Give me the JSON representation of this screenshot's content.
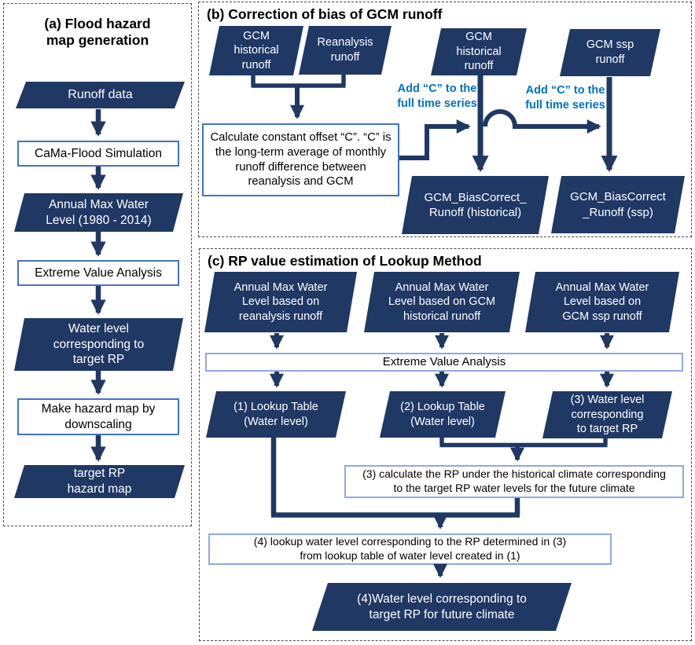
{
  "colors": {
    "navy": "#1f3864",
    "box_border": "#4472c4",
    "light_border": "#8faadc",
    "annotation_blue": "#0070c0"
  },
  "panel_a": {
    "title": "(a) Flood hazard\nmap generation",
    "runoff_data": "Runoff data",
    "cama_flood": "CaMa-Flood Simulation",
    "annual_max": "Annual Max Water\nLevel (1980 - 2014)",
    "extreme_value": "Extreme Value Analysis",
    "water_level_target": "Water level\ncorresponding to\ntarget RP",
    "make_hazard": "Make hazard map by\ndownscaling",
    "target_rp_map": "target RP\nhazard map"
  },
  "panel_b": {
    "title": "(b) Correction of bias of GCM runoff",
    "gcm_hist_left": "GCM\nhistorical\nrunoff",
    "reanalysis": "Reanalysis\nrunoff",
    "gcm_hist_right": "GCM\nhistorical\nrunoff",
    "gcm_ssp": "GCM ssp\nrunoff",
    "calc_offset": "Calculate  constant offset “C”. “C” is\nthe long-term average of monthly\nrunoff difference between\nreanalysis and GCM",
    "add_c_hist": "Add “C” to the\nfull time series",
    "add_c_ssp": "Add “C” to the\nfull time series",
    "out_historical": "GCM_BiasCorrect_\nRunoff (historical)",
    "out_ssp": "GCM_BiasCorrect\n_Runoff (ssp)"
  },
  "panel_c": {
    "title": "(c) RP value estimation of Lookup Method",
    "amw_reanalysis": "Annual Max Water\nLevel based on\nreanalysis runoff",
    "amw_gcm_hist": "Annual Max Water\nLevel based on GCM\nhistorical runoff",
    "amw_gcm_ssp": "Annual Max Water\nLevel based on\nGCM ssp runoff",
    "extreme_value": "Extreme Value Analysis",
    "lookup_table_1": "(1) Lookup Table\n(Water level)",
    "lookup_table_2": "(2) Lookup Table\n(Water level)",
    "water_level_3": "(3) Water level\ncorresponding\nto target RP",
    "calc_rp_3": "(3) calculate the RP under the historical climate corresponding\nto the target RP water levels for the future climate",
    "lookup_4": "(4) lookup water level corresponding to the RP determined in (3)\nfrom lookup table of water level created in (1)",
    "water_level_4": "(4)Water level corresponding to\ntarget RP for future climate"
  }
}
